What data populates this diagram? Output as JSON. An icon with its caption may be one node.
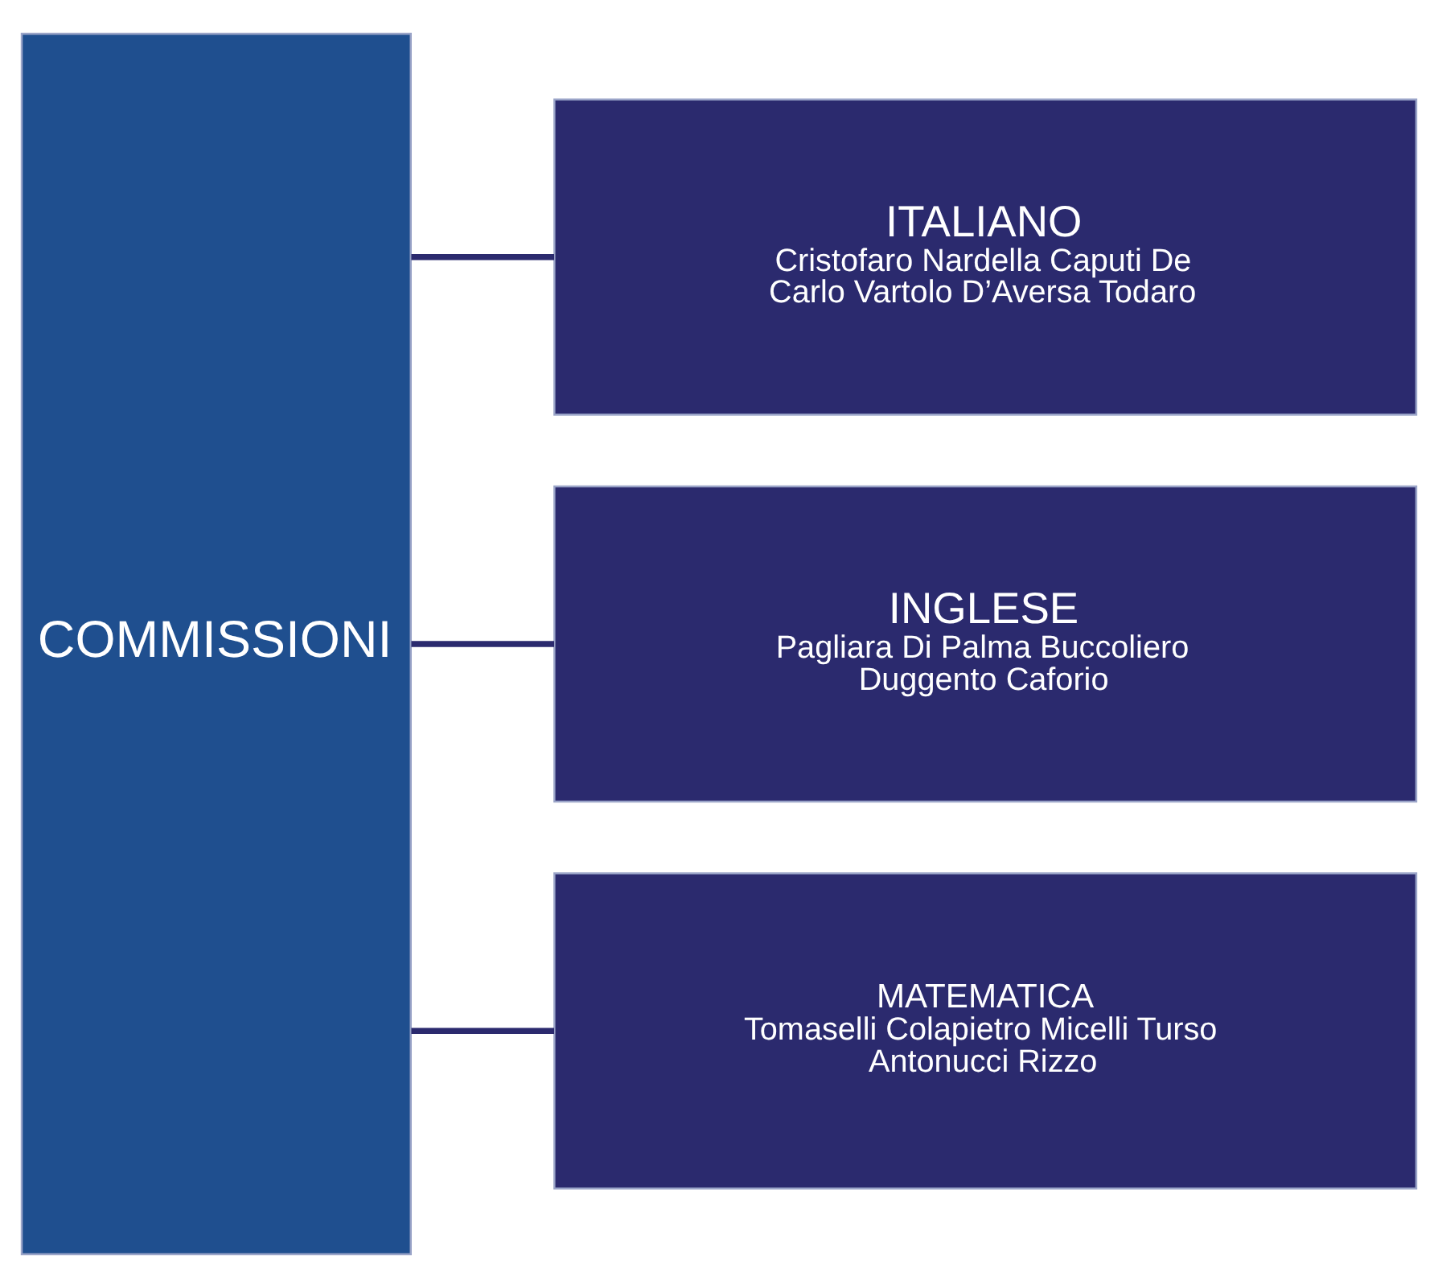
{
  "diagram": {
    "nodes": [
      {
        "text": [
          "COMMISSIONI"
        ]
      },
      {
        "text": [
          "ITALIANO",
          "Cristofaro Nardella Caputi De Carlo Vartolo D’Aversa Todaro"
        ]
      },
      {
        "text": [
          "INGLESE",
          "Pagliara Di Palma Buccoliero Duggento Caforio"
        ]
      },
      {
        "text": [
          "MATEMATICA",
          "Tomaselli Colapietro Micelli Turso Antonucci Rizzo"
        ]
      }
    ],
    "edges": [
      {
        "from": 0,
        "to": 1,
        "arrow": "none"
      },
      {
        "from": 0,
        "to": 2,
        "arrow": "none"
      },
      {
        "from": 0,
        "to": 3,
        "arrow": "none"
      }
    ]
  }
}
